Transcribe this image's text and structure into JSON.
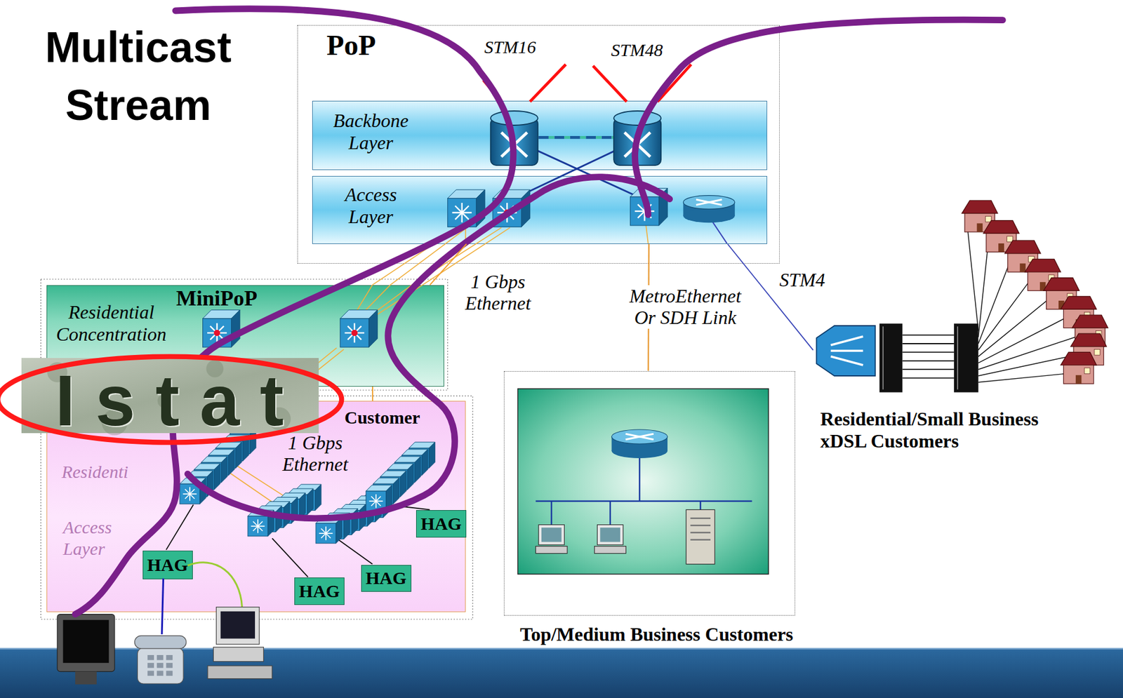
{
  "diagram": {
    "title": "Multicast Stream",
    "nodes": [
      {
        "text": [
          "PoP"
        ]
      },
      {
        "text": [
          "Backbone Layer"
        ],
        "in": 0
      },
      {
        "text": [
          "Access Layer"
        ],
        "in": 0
      },
      {
        "text": [
          "MiniPoP",
          "Residential Concentration"
        ]
      },
      {
        "text": [
          "Customer"
        ]
      },
      {
        "text": [
          "HAG"
        ],
        "in": 4
      },
      {
        "text": [
          "HAG"
        ],
        "in": 4
      },
      {
        "text": [
          "HAG"
        ],
        "in": 4
      },
      {
        "text": [
          "HAG"
        ],
        "in": 4
      },
      {
        "text": [
          "Top/Medium Business Customers"
        ]
      },
      {
        "text": [
          "Residential/Small Business xDSL Customers"
        ]
      }
    ],
    "edges": [
      {
        "from": 3,
        "to": 2,
        "arrow": "none",
        "label": "1 Gbps Ethernet"
      },
      {
        "from": 3,
        "to": 4,
        "arrow": "none"
      },
      {
        "from": 2,
        "to": 9,
        "arrow": "none",
        "label": "MetroEthernet Or SDH Link"
      },
      {
        "from": 2,
        "to": 10,
        "arrow": "none",
        "label": "STM4"
      }
    ],
    "labels": [
      "STM16",
      "STM48",
      "Istat",
      "1 Gbps Ethernet",
      "Residenti",
      "Access Layer"
    ]
  }
}
